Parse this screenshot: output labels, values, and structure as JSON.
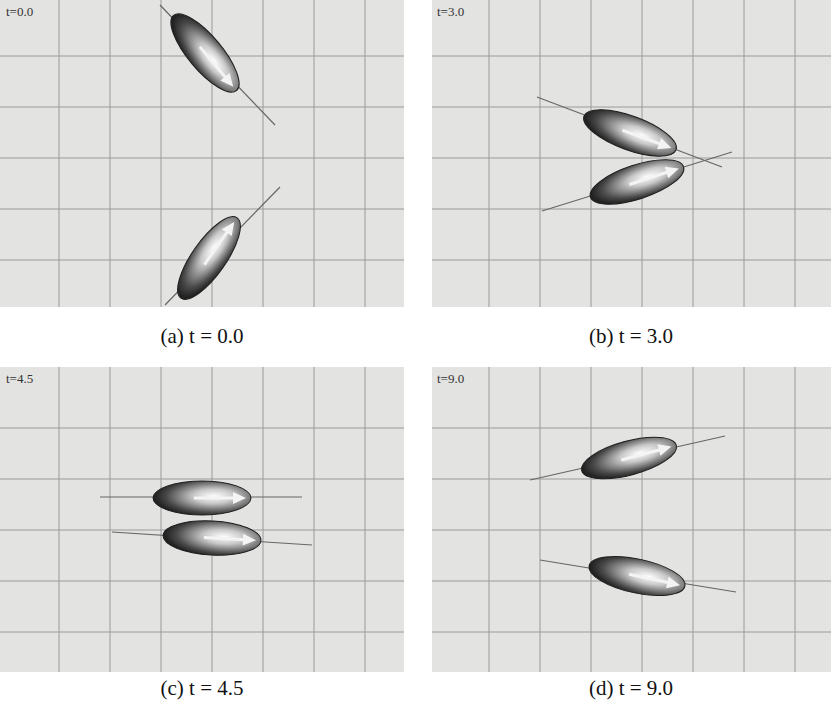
{
  "diagram": {
    "labels": [
      "t=0.0",
      "(a) t = 0.0",
      "t=3.0",
      "(b) t = 3.0",
      "t=4.5",
      "(c) t = 4.5",
      "t=9.0",
      "(d) t = 9.0"
    ]
  }
}
